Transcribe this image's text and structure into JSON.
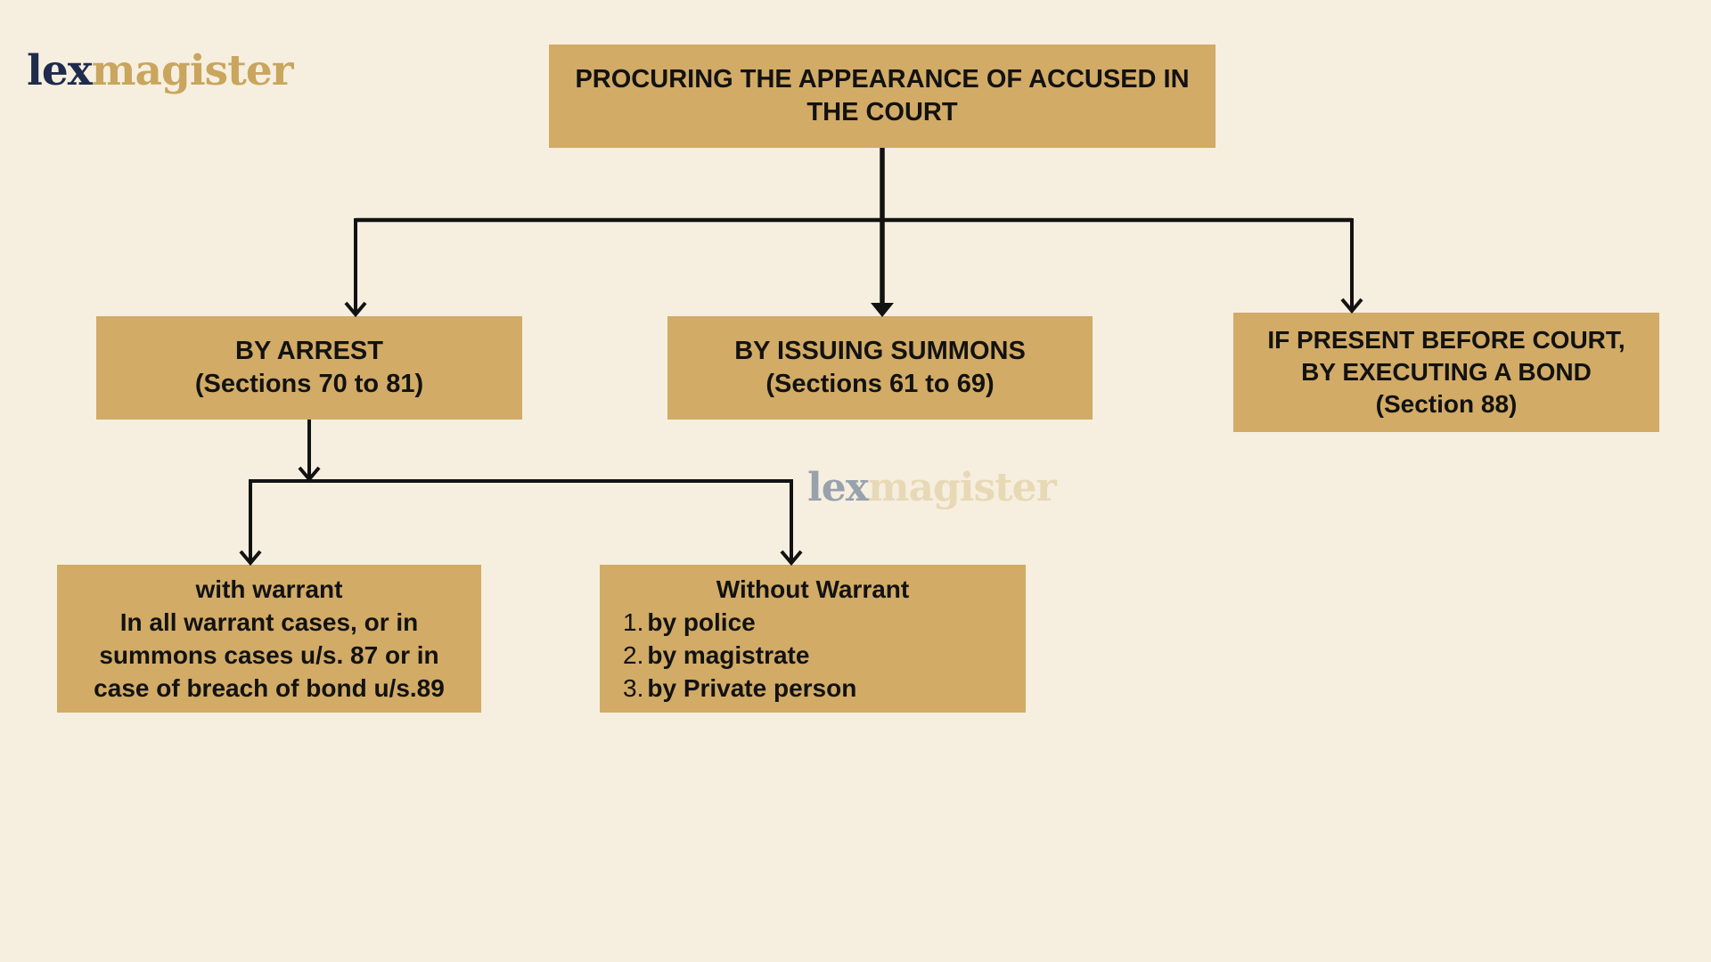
{
  "page": {
    "background_color": "#f6efdf",
    "node_fill_color": "#d2ab66",
    "line_color": "#121212",
    "text_color": "#121212"
  },
  "logo": {
    "lex": "lex",
    "magister": "magister",
    "lex_color": "#1e2b4d",
    "magister_color": "#c9a55e"
  },
  "watermark": {
    "lex": "lex",
    "magister": "magister",
    "lex_color": "#8e9aa8",
    "magister_color": "#e7d7b2"
  },
  "nodes": {
    "root": {
      "line1": "PROCURING THE APPEARANCE OF ACCUSED IN",
      "line2": "THE COURT"
    },
    "arrest": {
      "line1": "BY ARREST",
      "line2": "(Sections 70 to 81)"
    },
    "summons": {
      "line1": "BY ISSUING SUMMONS",
      "line2": "(Sections 61 to 69)"
    },
    "bond": {
      "line1": "IF PRESENT BEFORE COURT,",
      "line2": "BY EXECUTING A BOND",
      "line3": "(Section 88)"
    },
    "with_warrant": {
      "line1": "with warrant",
      "line2": "In all warrant cases, or in",
      "line3": "summons cases u/s. 87 or in",
      "line4": "case of breach of bond u/s.89"
    },
    "without_warrant": {
      "title": "Without Warrant",
      "items": [
        {
          "num": "1.",
          "label": "by police"
        },
        {
          "num": "2.",
          "label": "by magistrate"
        },
        {
          "num": "3.",
          "label": "by Private person"
        }
      ]
    }
  }
}
